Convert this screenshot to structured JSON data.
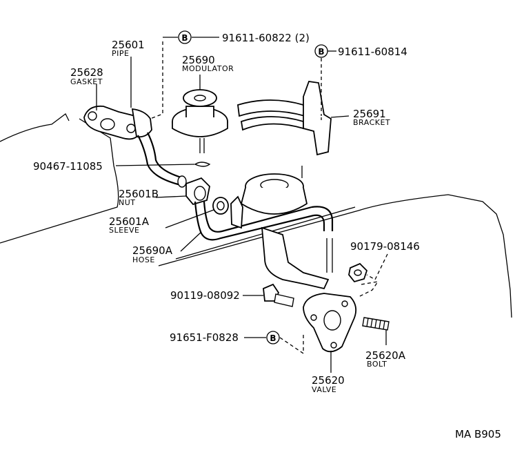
{
  "parts": {
    "p1": {
      "number": "91611-60822 (2)",
      "bolt_marker": "B"
    },
    "p2": {
      "number": "25601",
      "name": "PIPE"
    },
    "p3": {
      "number": "91611-60814",
      "bolt_marker": "B"
    },
    "p4": {
      "number": "25690",
      "name": "MODULATOR"
    },
    "p5": {
      "number": "25628",
      "name": "GASKET"
    },
    "p6": {
      "number": "25691",
      "name": "BRACKET"
    },
    "p7": {
      "number": "90467-11085"
    },
    "p8": {
      "number": "25601B",
      "name": "NUT"
    },
    "p9": {
      "number": "25601A",
      "name": "SLEEVE"
    },
    "p10": {
      "number": "25690A",
      "name": "HOSE"
    },
    "p11": {
      "number": "90179-08146"
    },
    "p12": {
      "number": "90119-08092"
    },
    "p13": {
      "number": "91651-F0828",
      "bolt_marker": "B"
    },
    "p14": {
      "number": "25620A",
      "name": "BOLT"
    },
    "p15": {
      "number": "25620",
      "name": "VALVE"
    }
  },
  "figure_code": "MA  B905",
  "colors": {
    "ink": "#000000",
    "paper": "#ffffff"
  }
}
